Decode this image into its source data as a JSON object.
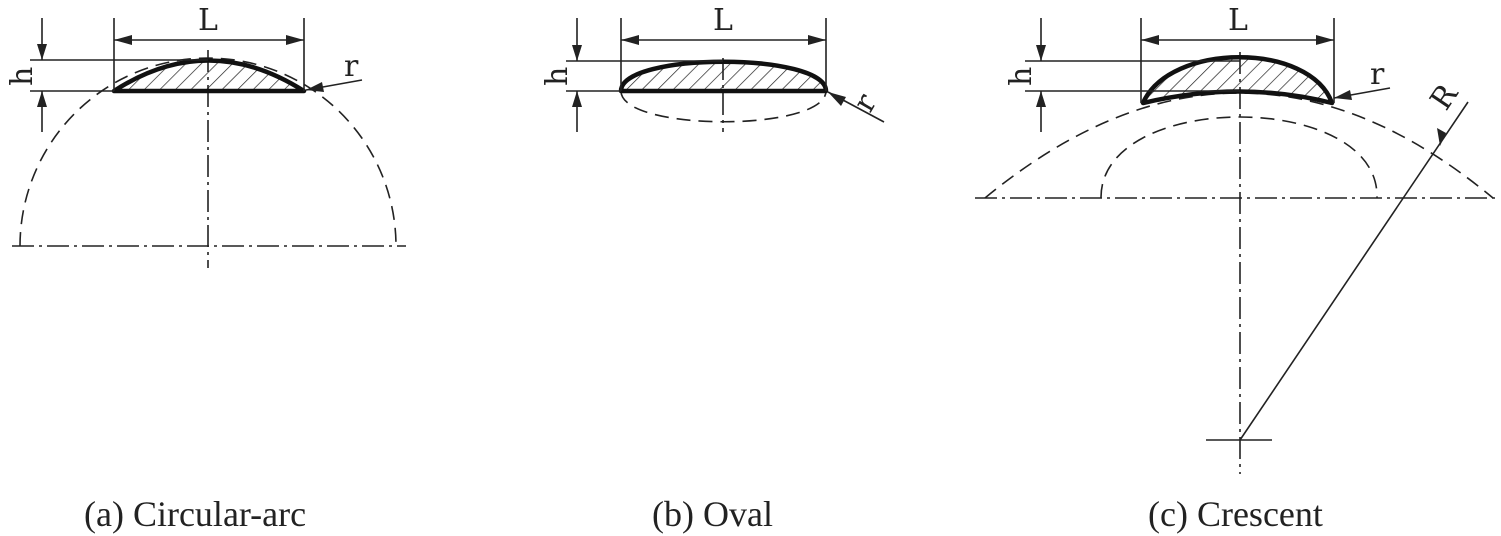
{
  "panels": [
    {
      "id": "a",
      "caption": "(a) Circular-arc",
      "dim_L": "L",
      "dim_h": "h",
      "radius_small": "r"
    },
    {
      "id": "b",
      "caption": "(b) Oval",
      "dim_L": "L",
      "dim_h": "h",
      "radius_small": "r"
    },
    {
      "id": "c",
      "caption": "(c) Crescent",
      "dim_L": "L",
      "dim_h": "h",
      "radius_small": "r",
      "radius_large": "R"
    }
  ]
}
